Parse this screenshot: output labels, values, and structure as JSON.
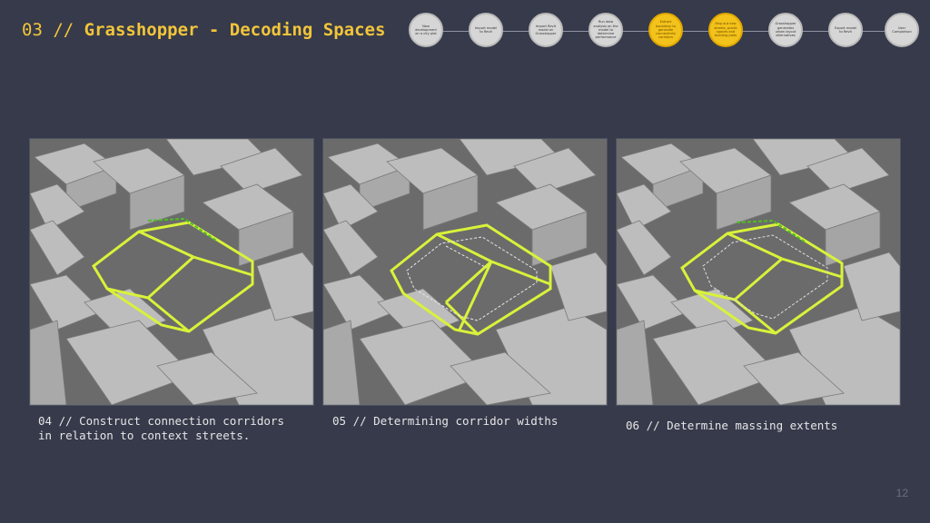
{
  "header": {
    "number": "03 //",
    "title": "Grasshopper - Decoding Spaces"
  },
  "flow_steps": [
    {
      "label": "New development on a city plot",
      "active": false
    },
    {
      "label": "Import model to Revit",
      "active": false
    },
    {
      "label": "Import Revit model on Grasshopper",
      "active": false
    },
    {
      "label": "Run data analysis on the model to determine performance",
      "active": false
    },
    {
      "label": "Extract boundary to generate connectivity corridors",
      "active": true
    },
    {
      "label": "Map out new streets, public spaces and building plots",
      "active": true
    },
    {
      "label": "Grasshopper generates urban layout alternatives",
      "active": false
    },
    {
      "label": "Export model to Revit",
      "active": false
    },
    {
      "label": "User Comparison",
      "active": false
    }
  ],
  "panels": [
    {
      "caption": "04 // Construct connection corridors\nin relation to context streets."
    },
    {
      "caption": "05 // Determining corridor widths"
    },
    {
      "caption": "06 // Determine massing extents"
    }
  ],
  "colors": {
    "background": "#363a4b",
    "accent": "#f2c53a",
    "corridor": "#d9f23a"
  },
  "page_number": "12"
}
